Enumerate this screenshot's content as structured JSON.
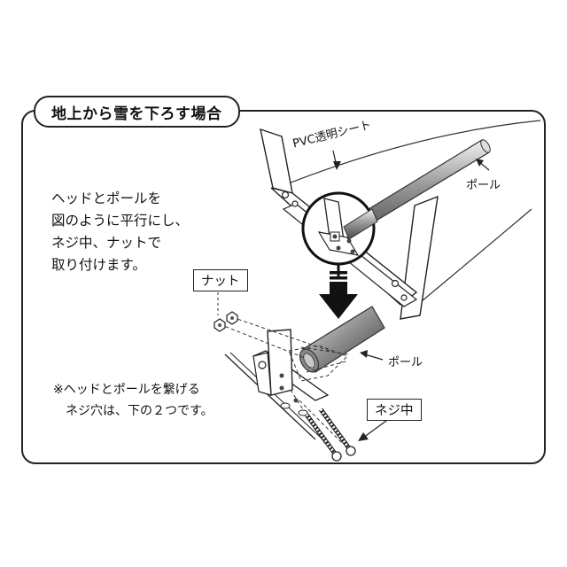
{
  "title": "地上から雪を下ろす場合",
  "instruction_lines": [
    "ヘッドとポールを",
    "図のように平行にし、",
    "ネジ中、ナットで",
    "取り付けます。"
  ],
  "note_lines": [
    "※ヘッドとポールを繋げる",
    "ネジ穴は、下の２つです。"
  ],
  "labels": {
    "pvc_sheet": "PVC透明シート",
    "pole_top": "ポール",
    "pole_detail": "ポール",
    "nut": "ナット",
    "screw": "ネジ中"
  }
}
